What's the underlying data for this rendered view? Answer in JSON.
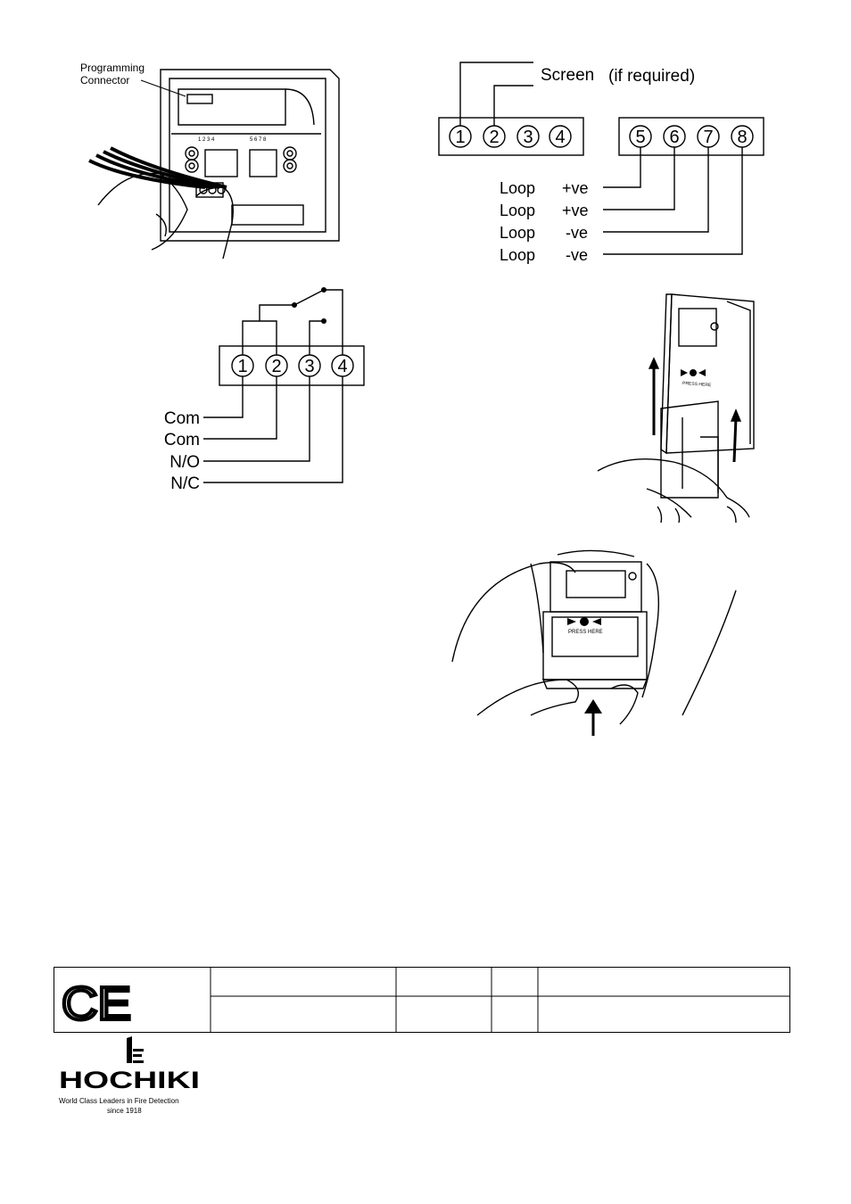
{
  "fig1": {
    "callout": [
      "Programming",
      "Connector"
    ],
    "terminal_print_left": "1 2 3 4",
    "terminal_print_right": "5 6 7 8"
  },
  "fig2": {
    "screen_label": "Screen",
    "screen_note": "(if required)",
    "terminals": [
      "1",
      "2",
      "3",
      "4",
      "5",
      "6",
      "7",
      "8"
    ],
    "loop_labels": [
      {
        "name": "Loop",
        "pol": "+ve"
      },
      {
        "name": "Loop",
        "pol": "+ve"
      },
      {
        "name": "Loop",
        "pol": "-ve"
      },
      {
        "name": "Loop",
        "pol": "-ve"
      }
    ]
  },
  "fig3": {
    "terminals": [
      "1",
      "2",
      "3",
      "4"
    ],
    "labels": [
      "Com",
      "Com",
      "N/O",
      "N/C"
    ]
  },
  "fig4": {
    "press_label": "PRESS HERE"
  },
  "fig5": {
    "press_label": "PRESS HERE"
  },
  "footer": {
    "ce_mark": "CE",
    "brand": "HOCHIKI",
    "tagline_1": "World Class Leaders in Fire Detection",
    "tagline_2": "since 1918"
  }
}
